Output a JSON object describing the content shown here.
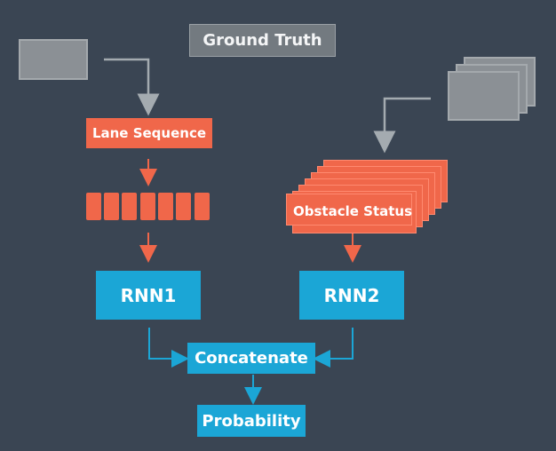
{
  "diagram": {
    "ground_truth_label": "Ground Truth",
    "lane_sequence_label": "Lane Sequence",
    "obstacle_status_label": "Obstacle Status",
    "rnn1_label": "RNN1",
    "rnn2_label": "RNN2",
    "concatenate_label": "Concatenate",
    "probability_label": "Probability",
    "colors": {
      "background": "#3a4553",
      "orange": "#f0674a",
      "blue": "#1ba6d6",
      "gray_box": "#8b9095",
      "arrow_gray": "#a4abb0",
      "arrow_blue": "#1ba6d6"
    }
  }
}
